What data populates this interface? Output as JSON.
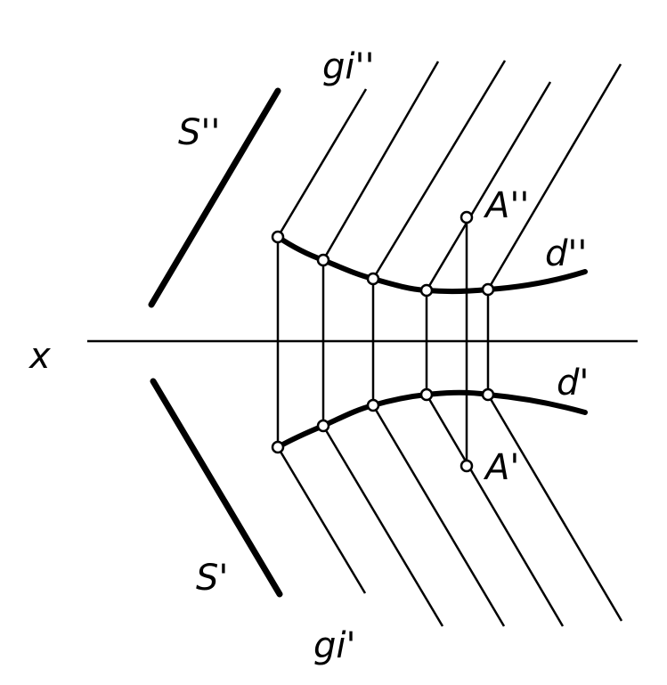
{
  "labels": {
    "gi_double_prime": "gi''",
    "s_double_prime": "S''",
    "a_double_prime": "A''",
    "d_double_prime": "d''",
    "x_axis": "x",
    "d_prime": "d'",
    "a_prime": "A'",
    "s_prime": "S'",
    "gi_prime": "gi'"
  },
  "colors": {
    "ink": "#000000",
    "paper": "#ffffff"
  }
}
